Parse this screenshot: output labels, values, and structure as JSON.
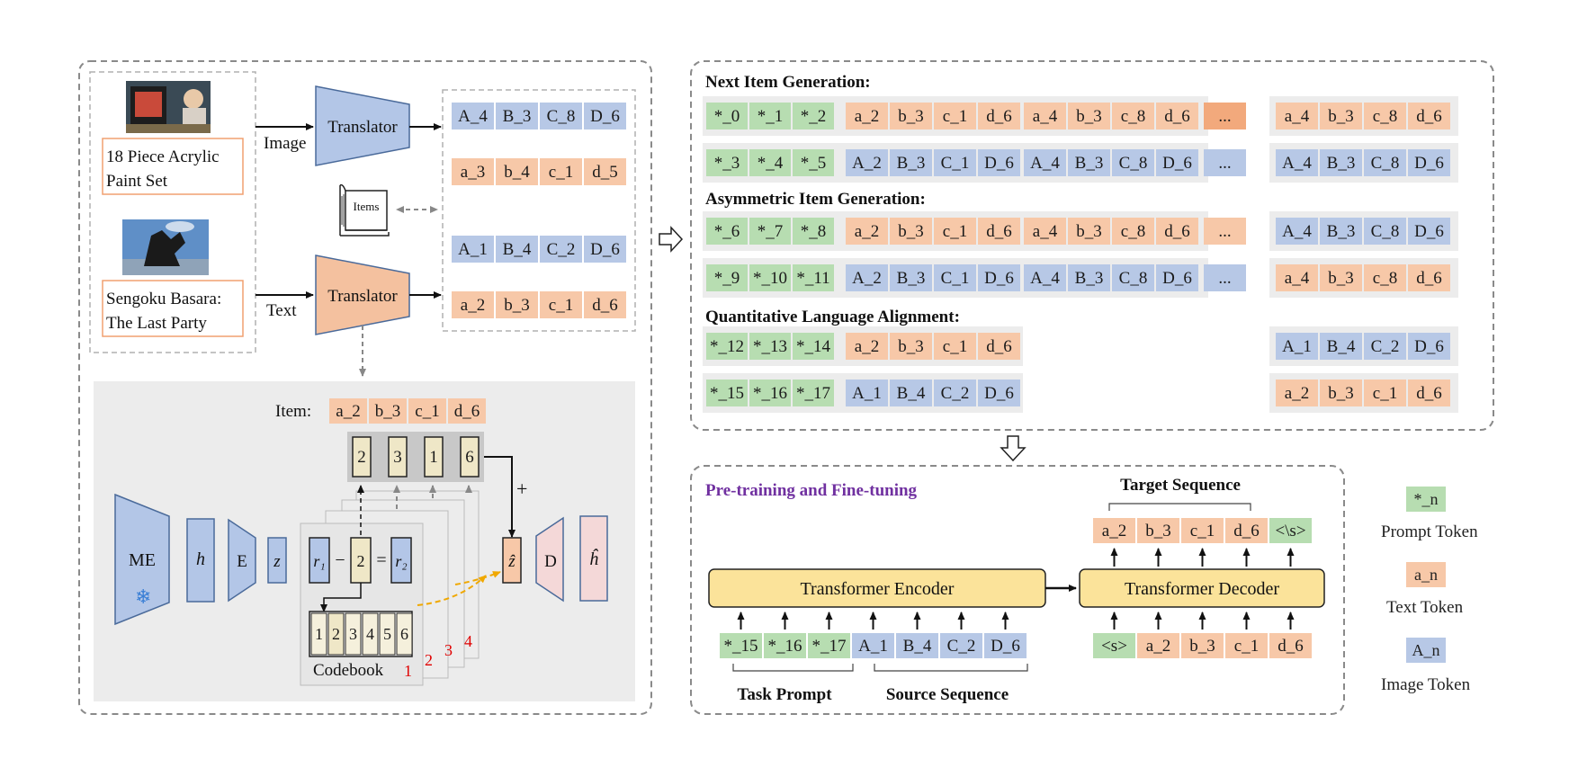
{
  "colors": {
    "prompt": "#b7ddb1",
    "text": "#f7c8a8",
    "image": "#b7c8e6",
    "translator_image": "#b3c6e7",
    "translator_text": "#f4c19f",
    "transformer": "#fbe39a",
    "panel_gray": "#ececec",
    "accent_purple": "#7030a0",
    "codebook_red": "#e00000",
    "arrow_orange": "#f0a800"
  },
  "left_panel": {
    "product_1": {
      "label_line1": "18 Piece Acrylic",
      "label_line2": "Paint Set",
      "modality": "Image",
      "image_icon": "paint-photo-icon"
    },
    "product_2": {
      "label_line1": "Sengoku Basara:",
      "label_line2": "The Last Party",
      "modality": "Text",
      "image_icon": "statue-photo-icon"
    },
    "translator_label": "Translator",
    "items_icon_label": "Items",
    "codes": [
      {
        "type": "image",
        "tokens": [
          "A_4",
          "B_3",
          "C_8",
          "D_6"
        ]
      },
      {
        "type": "text",
        "tokens": [
          "a_3",
          "b_4",
          "c_1",
          "d_5"
        ]
      },
      {
        "type": "image",
        "tokens": [
          "A_1",
          "B_4",
          "C_2",
          "D_6"
        ]
      },
      {
        "type": "text",
        "tokens": [
          "a_2",
          "b_3",
          "c_1",
          "d_6"
        ]
      }
    ],
    "quantizer": {
      "item_label": "Item:",
      "item_tokens": [
        "a_2",
        "b_3",
        "c_1",
        "d_6"
      ],
      "selected_codes": [
        "2",
        "3",
        "1",
        "6"
      ],
      "plus": "+",
      "me_label": "ME",
      "h_label": "h",
      "e_label": "E",
      "z_label": "z",
      "r1_label": "r₁",
      "minus": "−",
      "mid_code": "2",
      "equals": "=",
      "r2_label": "r₂",
      "zhat_label": "ẑ",
      "d_label": "D",
      "hhat_label": "ĥ",
      "codebook_label": "Codebook",
      "codebook_entries": [
        "1",
        "2",
        "3",
        "4",
        "5",
        "6"
      ],
      "layer_numbers": [
        "1",
        "2",
        "3",
        "4"
      ]
    }
  },
  "right_panel": {
    "section_next": "Next Item Generation:",
    "section_asym": "Asymmetric Item Generation:",
    "section_qla": "Quantitative Language Alignment:",
    "ellipsis": "...",
    "rows": [
      {
        "prompt": [
          "*_0",
          "*_1",
          "*_2"
        ],
        "inputs": [
          {
            "t": "text",
            "v": [
              "a_2",
              "b_3",
              "c_1",
              "d_6"
            ]
          },
          {
            "t": "text",
            "v": [
              "a_4",
              "b_3",
              "c_8",
              "d_6"
            ]
          }
        ],
        "ell": "text",
        "ell_strong": true,
        "target": {
          "t": "text",
          "v": [
            "a_4",
            "b_3",
            "c_8",
            "d_6"
          ]
        }
      },
      {
        "prompt": [
          "*_3",
          "*_4",
          "*_5"
        ],
        "inputs": [
          {
            "t": "image",
            "v": [
              "A_2",
              "B_3",
              "C_1",
              "D_6"
            ]
          },
          {
            "t": "image",
            "v": [
              "A_4",
              "B_3",
              "C_8",
              "D_6"
            ]
          }
        ],
        "ell": "image",
        "ell_strong": false,
        "target": {
          "t": "image",
          "v": [
            "A_4",
            "B_3",
            "C_8",
            "D_6"
          ]
        }
      },
      {
        "prompt": [
          "*_6",
          "*_7",
          "*_8"
        ],
        "inputs": [
          {
            "t": "text",
            "v": [
              "a_2",
              "b_3",
              "c_1",
              "d_6"
            ]
          },
          {
            "t": "text",
            "v": [
              "a_4",
              "b_3",
              "c_8",
              "d_6"
            ]
          }
        ],
        "ell": "text",
        "ell_strong": false,
        "target": {
          "t": "image",
          "v": [
            "A_4",
            "B_3",
            "C_8",
            "D_6"
          ]
        }
      },
      {
        "prompt": [
          "*_9",
          "*_10",
          "*_11"
        ],
        "inputs": [
          {
            "t": "image",
            "v": [
              "A_2",
              "B_3",
              "C_1",
              "D_6"
            ]
          },
          {
            "t": "image",
            "v": [
              "A_4",
              "B_3",
              "C_8",
              "D_6"
            ]
          }
        ],
        "ell": "image",
        "ell_strong": false,
        "target": {
          "t": "text",
          "v": [
            "a_4",
            "b_3",
            "c_8",
            "d_6"
          ]
        }
      },
      {
        "prompt": [
          "*_12",
          "*_13",
          "*_14"
        ],
        "inputs": [
          {
            "t": "text",
            "v": [
              "a_2",
              "b_3",
              "c_1",
              "d_6"
            ]
          }
        ],
        "ell": null,
        "ell_strong": false,
        "target": {
          "t": "image",
          "v": [
            "A_1",
            "B_4",
            "C_2",
            "D_6"
          ]
        }
      },
      {
        "prompt": [
          "*_15",
          "*_16",
          "*_17"
        ],
        "inputs": [
          {
            "t": "image",
            "v": [
              "A_1",
              "B_4",
              "C_2",
              "D_6"
            ]
          }
        ],
        "ell": null,
        "ell_strong": false,
        "target": {
          "t": "text",
          "v": [
            "a_2",
            "b_3",
            "c_1",
            "d_6"
          ]
        }
      }
    ]
  },
  "training": {
    "title": "Pre-training and Fine-tuning",
    "encoder_label": "Transformer Encoder",
    "decoder_label": "Transformer Decoder",
    "target_label": "Target Sequence",
    "task_prompt_label": "Task Prompt",
    "source_label": "Source Sequence",
    "encoder_inputs": [
      {
        "t": "prompt",
        "v": "*_15"
      },
      {
        "t": "prompt",
        "v": "*_16"
      },
      {
        "t": "prompt",
        "v": "*_17"
      },
      {
        "t": "image",
        "v": "A_1"
      },
      {
        "t": "image",
        "v": "B_4"
      },
      {
        "t": "image",
        "v": "C_2"
      },
      {
        "t": "image",
        "v": "D_6"
      }
    ],
    "decoder_inputs": [
      {
        "t": "prompt",
        "v": "<s>"
      },
      {
        "t": "text",
        "v": "a_2"
      },
      {
        "t": "text",
        "v": "b_3"
      },
      {
        "t": "text",
        "v": "c_1"
      },
      {
        "t": "text",
        "v": "d_6"
      }
    ],
    "decoder_outputs": [
      {
        "t": "text",
        "v": "a_2"
      },
      {
        "t": "text",
        "v": "b_3"
      },
      {
        "t": "text",
        "v": "c_1"
      },
      {
        "t": "text",
        "v": "d_6"
      },
      {
        "t": "prompt",
        "v": "<\\s>"
      }
    ]
  },
  "legend": {
    "prompt_chip": "*_n",
    "prompt_label": "Prompt Token",
    "text_chip": "a_n",
    "text_label": "Text Token",
    "image_chip": "A_n",
    "image_label": "Image Token"
  }
}
